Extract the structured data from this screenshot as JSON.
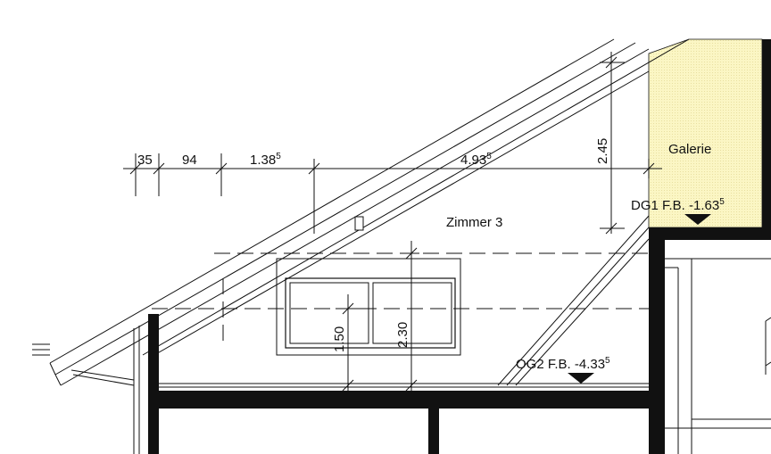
{
  "rooms": {
    "galerie": "Galerie",
    "zimmer": "Zimmer 3"
  },
  "levels": {
    "dg1": {
      "text": "DG1 F.B. -1.63",
      "sup": "5"
    },
    "og2": {
      "text": "OG2 F.B. -4.33",
      "sup": "5"
    }
  },
  "dimensions": {
    "horizontal": [
      {
        "text": "35",
        "sup": ""
      },
      {
        "text": "94",
        "sup": ""
      },
      {
        "text": "1.38",
        "sup": "5"
      },
      {
        "text": "4.93",
        "sup": "5"
      }
    ],
    "vertical": {
      "height_total": "2.45",
      "window_top": "2.30",
      "sill": "1.50"
    }
  },
  "colors": {
    "line": "#111111",
    "galerie_fill": "#fbf6c4"
  }
}
